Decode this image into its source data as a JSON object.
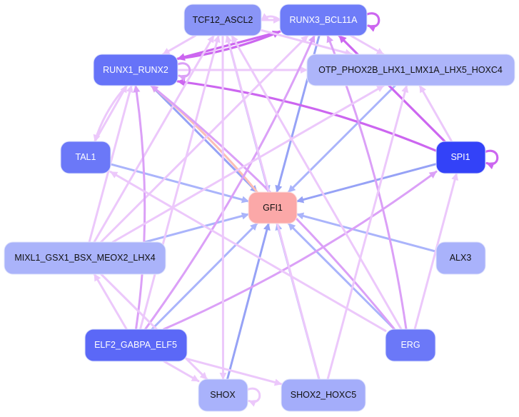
{
  "title": "GFI1 regulatory network",
  "colors": {
    "edge_light": "#ecc8fb",
    "edge_medium": "#dba0f7",
    "edge_strong": "#cc66f0",
    "edge_blue": "#aab4fb",
    "edge_blue_dark": "#96a2f6",
    "edge_salmon": "#fbc0b6"
  },
  "nodes": [
    {
      "id": "TCF12_ASCL2",
      "label": "TCF12_ASCL2",
      "fill": "#8a95f7",
      "text": "#111111"
    },
    {
      "id": "RUNX3_BCL11A",
      "label": "RUNX3_BCL11A",
      "fill": "#6e7cf8",
      "text": "#ffffff"
    },
    {
      "id": "RUNX1_RUNX2",
      "label": "RUNX1_RUNX2",
      "fill": "#6673f8",
      "text": "#ffffff"
    },
    {
      "id": "OTP",
      "label": "OTP_PHOX2B_LHX1_LMX1A_LHX5_HOXC4",
      "fill": "#adb5fa",
      "text": "#111111"
    },
    {
      "id": "TAL1",
      "label": "TAL1",
      "fill": "#6b78f8",
      "text": "#ffffff"
    },
    {
      "id": "SPI1",
      "label": "SPI1",
      "fill": "#3342f8",
      "text": "#ffffff"
    },
    {
      "id": "GFI1",
      "label": "GFI1",
      "fill": "#fba8a8",
      "text": "#111111"
    },
    {
      "id": "MIXL1",
      "label": "MIXL1_GSX1_BSX_MEOX2_LHX4",
      "fill": "#aab3fa",
      "text": "#111111"
    },
    {
      "id": "ALX3",
      "label": "ALX3",
      "fill": "#a9b2fb",
      "text": "#111111"
    },
    {
      "id": "ELF2",
      "label": "ELF2_GABPA_ELF5",
      "fill": "#5b68f7",
      "text": "#ffffff"
    },
    {
      "id": "ERG",
      "label": "ERG",
      "fill": "#6b78f8",
      "text": "#ffffff"
    },
    {
      "id": "SHOX",
      "label": "SHOX",
      "fill": "#a9b2fb",
      "text": "#111111"
    },
    {
      "id": "SHOX2_HOXC5",
      "label": "SHOX2_HOXC5",
      "fill": "#a4adfa",
      "text": "#111111"
    }
  ],
  "edges": [
    {
      "from": "TAL1",
      "to": "GFI1",
      "color": "edge_blue"
    },
    {
      "from": "MIXL1",
      "to": "GFI1",
      "color": "edge_blue"
    },
    {
      "from": "ALX3",
      "to": "GFI1",
      "color": "edge_blue"
    },
    {
      "from": "SPI1",
      "to": "GFI1",
      "color": "edge_blue_dark"
    },
    {
      "from": "OTP",
      "to": "GFI1",
      "color": "edge_blue"
    },
    {
      "from": "TCF12_ASCL2",
      "to": "GFI1",
      "color": "edge_blue"
    },
    {
      "from": "RUNX3_BCL11A",
      "to": "GFI1",
      "color": "edge_blue_dark"
    },
    {
      "from": "RUNX1_RUNX2",
      "to": "GFI1",
      "color": "edge_blue_dark"
    },
    {
      "from": "ELF2",
      "to": "GFI1",
      "color": "edge_blue"
    },
    {
      "from": "SHOX",
      "to": "GFI1",
      "color": "edge_blue_dark"
    },
    {
      "from": "SHOX2_HOXC5",
      "to": "GFI1",
      "color": "edge_blue"
    },
    {
      "from": "ERG",
      "to": "GFI1",
      "color": "edge_blue"
    },
    {
      "from": "GFI1",
      "to": "RUNX1_RUNX2",
      "color": "edge_salmon"
    },
    {
      "from": "RUNX3_BCL11A",
      "to": "RUNX1_RUNX2",
      "color": "edge_strong"
    },
    {
      "from": "RUNX1_RUNX2",
      "to": "RUNX3_BCL11A",
      "color": "edge_strong"
    },
    {
      "from": "SPI1",
      "to": "RUNX1_RUNX2",
      "color": "edge_strong"
    },
    {
      "from": "SPI1",
      "to": "RUNX3_BCL11A",
      "color": "edge_strong"
    },
    {
      "from": "RUNX1_RUNX2",
      "to": "OTP",
      "color": "edge_light"
    },
    {
      "from": "TCF12_ASCL2",
      "to": "RUNX1_RUNX2",
      "color": "edge_light"
    },
    {
      "from": "TCF12_ASCL2",
      "to": "RUNX3_BCL11A",
      "color": "edge_light"
    },
    {
      "from": "RUNX3_BCL11A",
      "to": "TCF12_ASCL2",
      "color": "edge_light"
    },
    {
      "from": "TCF12_ASCL2",
      "to": "OTP",
      "color": "edge_light"
    },
    {
      "from": "RUNX3_BCL11A",
      "to": "OTP",
      "color": "edge_light"
    },
    {
      "from": "TAL1",
      "to": "RUNX1_RUNX2",
      "color": "edge_light"
    },
    {
      "from": "RUNX1_RUNX2",
      "to": "TAL1",
      "color": "edge_light"
    },
    {
      "from": "MIXL1",
      "to": "RUNX1_RUNX2",
      "color": "edge_light"
    },
    {
      "from": "MIXL1",
      "to": "RUNX3_BCL11A",
      "color": "edge_light"
    },
    {
      "from": "MIXL1",
      "to": "TCF12_ASCL2",
      "color": "edge_light"
    },
    {
      "from": "ELF2",
      "to": "RUNX1_RUNX2",
      "color": "edge_medium"
    },
    {
      "from": "ELF2",
      "to": "RUNX3_BCL11A",
      "color": "edge_medium"
    },
    {
      "from": "ELF2",
      "to": "TCF12_ASCL2",
      "color": "edge_light"
    },
    {
      "from": "ELF2",
      "to": "SPI1",
      "color": "edge_medium"
    },
    {
      "from": "ELF2",
      "to": "MIXL1",
      "color": "edge_light"
    },
    {
      "from": "ELF2",
      "to": "SHOX",
      "color": "edge_light"
    },
    {
      "from": "ELF2",
      "to": "SHOX2_HOXC5",
      "color": "edge_light"
    },
    {
      "from": "ERG",
      "to": "RUNX1_RUNX2",
      "color": "edge_medium"
    },
    {
      "from": "ERG",
      "to": "TAL1",
      "color": "edge_light"
    },
    {
      "from": "ERG",
      "to": "TCF12_ASCL2",
      "color": "edge_light"
    },
    {
      "from": "ERG",
      "to": "SPI1",
      "color": "edge_light"
    },
    {
      "from": "ERG",
      "to": "RUNX3_BCL11A",
      "color": "edge_medium"
    },
    {
      "from": "SHOX2_HOXC5",
      "to": "OTP",
      "color": "edge_light"
    },
    {
      "from": "SHOX2_HOXC5",
      "to": "TCF12_ASCL2",
      "color": "edge_light"
    },
    {
      "from": "SPI1",
      "to": "OTP",
      "color": "edge_light"
    },
    {
      "from": "MIXL1",
      "to": "OTP",
      "color": "edge_light"
    },
    {
      "from": "TCF12_ASCL2",
      "to": "SHOX",
      "color": "edge_light"
    },
    {
      "from": "MIXL1",
      "to": "SHOX",
      "color": "edge_light"
    },
    {
      "from": "SHOX",
      "to": "SHOX",
      "color": "edge_light"
    },
    {
      "from": "SPI1",
      "to": "SPI1",
      "color": "edge_strong"
    },
    {
      "from": "RUNX3_BCL11A",
      "to": "RUNX3_BCL11A",
      "color": "edge_strong"
    },
    {
      "from": "RUNX1_RUNX2",
      "to": "RUNX1_RUNX2",
      "color": "edge_medium"
    }
  ]
}
